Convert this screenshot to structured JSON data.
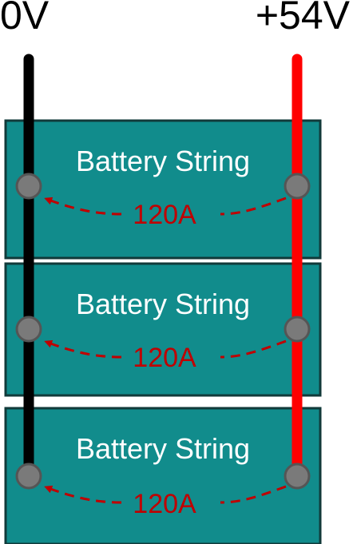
{
  "terminals": {
    "negative_label": "0V",
    "positive_label": "+54V"
  },
  "strings": [
    {
      "label": "Battery String",
      "current": "120A"
    },
    {
      "label": "Battery String",
      "current": "120A"
    },
    {
      "label": "Battery String",
      "current": "120A"
    }
  ],
  "colors": {
    "string_fill": "#118c8c",
    "string_border": "#113a3a",
    "negative_wire": "#000000",
    "positive_wire": "#ff0000",
    "terminal": "#7a7a7a",
    "current_arrow": "#c00000",
    "string_text": "#ffffff"
  }
}
